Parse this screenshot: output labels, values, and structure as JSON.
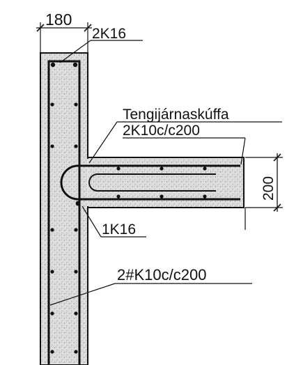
{
  "labels": {
    "wall_width": "180",
    "top_bars": "2K16",
    "connector": "Tengijárnaskúffa",
    "slab_bars": "2K10c/c200",
    "slab_thickness": "200",
    "corner_bar": "1K16",
    "wall_mesh": "2#K10c/c200"
  },
  "colors": {
    "ink": "#111111",
    "concrete": "#dcdcdc",
    "background": "#ffffff"
  }
}
